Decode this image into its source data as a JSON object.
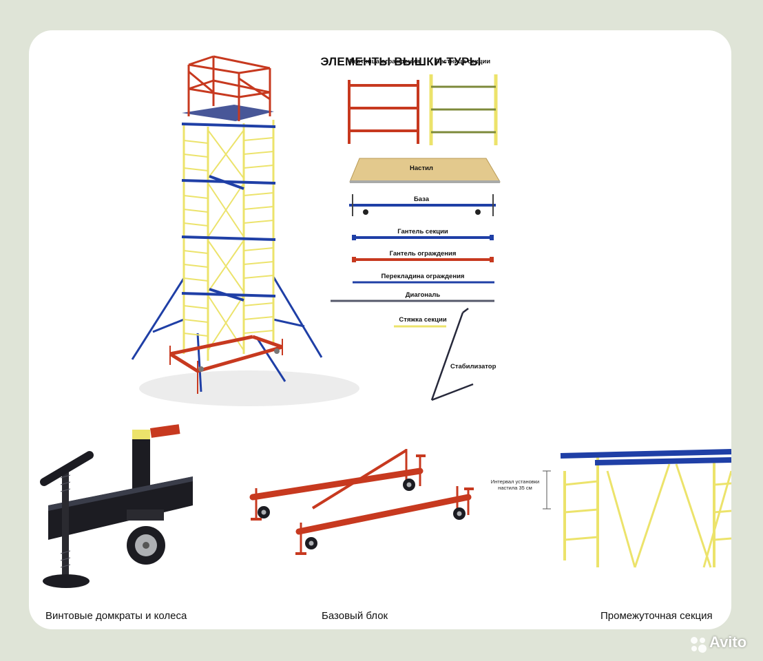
{
  "title": "ЭЛЕМЕНТЫ ВЫШКИ-ТУРЫ",
  "parts": {
    "guard_ladder": "Лестница ограждения",
    "section_ladder": "Лестница секции",
    "deck": "Настил",
    "base": "База",
    "section_dumbbell": "Гантель секции",
    "guard_dumbbell": "Гантель ограждения",
    "guard_crossbar": "Перекладина ограждения",
    "diagonal": "Диагональ",
    "section_tie": "Стяжка секции",
    "stabilizer": "Стабилизатор"
  },
  "interval_note": "Интервал установки настила 35 см",
  "captions": {
    "jacks": "Винтовые домкраты и колеса",
    "base_block": "Базовый блок",
    "intermediate": "Промежуточная секция"
  },
  "watermark": "Avito",
  "colors": {
    "red": "#c7391f",
    "yellow": "#ece36b",
    "blue": "#1f3fa6",
    "deck": "#e3c98d",
    "dark": "#1c1c22"
  }
}
